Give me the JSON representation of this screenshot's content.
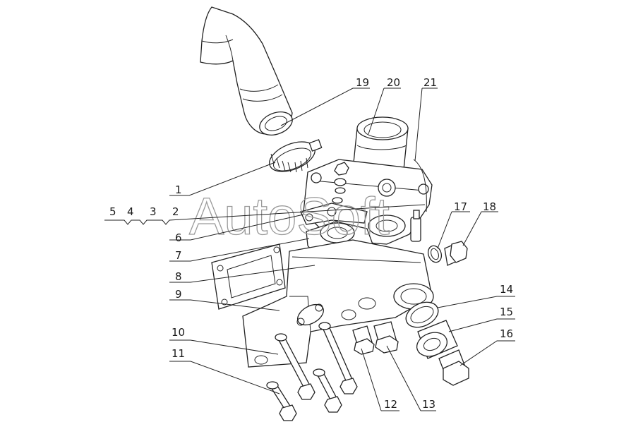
{
  "watermark": "AutoSoft",
  "callouts": [
    {
      "id": "c1",
      "label": "1"
    },
    {
      "id": "c2",
      "label": "2"
    },
    {
      "id": "c3",
      "label": "3"
    },
    {
      "id": "c4",
      "label": "4"
    },
    {
      "id": "c5",
      "label": "5"
    },
    {
      "id": "c6",
      "label": "6"
    },
    {
      "id": "c7",
      "label": "7"
    },
    {
      "id": "c8",
      "label": "8"
    },
    {
      "id": "c9",
      "label": "9"
    },
    {
      "id": "c10",
      "label": "10"
    },
    {
      "id": "c11",
      "label": "11"
    },
    {
      "id": "c12",
      "label": "12"
    },
    {
      "id": "c13",
      "label": "13"
    },
    {
      "id": "c14",
      "label": "14"
    },
    {
      "id": "c15",
      "label": "15"
    },
    {
      "id": "c16",
      "label": "16"
    },
    {
      "id": "c17",
      "label": "17"
    },
    {
      "id": "c18",
      "label": "18"
    },
    {
      "id": "c19",
      "label": "19"
    },
    {
      "id": "c20",
      "label": "20"
    },
    {
      "id": "c21",
      "label": "21"
    }
  ]
}
